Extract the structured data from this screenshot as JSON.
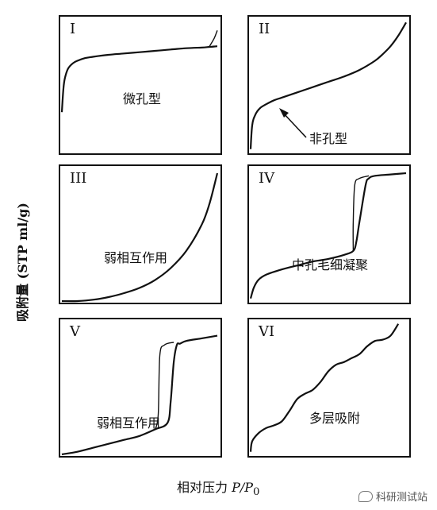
{
  "chart_data": [
    {
      "type": "line",
      "label": "I",
      "annotation": "微孔型",
      "xlim": [
        0,
        1
      ],
      "ylim": [
        0,
        1
      ],
      "series": [
        {
          "x": [
            0,
            0.01,
            0.02,
            0.04,
            0.07,
            0.1,
            0.15,
            0.2,
            0.3,
            0.4,
            0.5,
            0.6,
            0.7,
            0.8,
            0.9,
            0.95,
            1.0
          ],
          "y": [
            0.3,
            0.48,
            0.56,
            0.63,
            0.67,
            0.69,
            0.71,
            0.72,
            0.735,
            0.745,
            0.755,
            0.765,
            0.775,
            0.785,
            0.79,
            0.795,
            0.8
          ]
        },
        {
          "x": [
            0.95,
            0.98,
            1.0
          ],
          "y": [
            0.8,
            0.86,
            0.92
          ]
        }
      ]
    },
    {
      "type": "line",
      "label": "II",
      "annotation": "非孔型",
      "xlim": [
        0,
        1
      ],
      "ylim": [
        0,
        1
      ],
      "series": [
        {
          "x": [
            0,
            0.01,
            0.03,
            0.06,
            0.1,
            0.15,
            0.2,
            0.3,
            0.4,
            0.5,
            0.6,
            0.7,
            0.8,
            0.85,
            0.9,
            0.95,
            1.0
          ],
          "y": [
            0.02,
            0.2,
            0.28,
            0.33,
            0.36,
            0.39,
            0.41,
            0.45,
            0.49,
            0.53,
            0.57,
            0.62,
            0.69,
            0.74,
            0.8,
            0.88,
            0.98
          ]
        }
      ]
    },
    {
      "type": "line",
      "label": "III",
      "annotation": "弱相互作用",
      "xlim": [
        0,
        1
      ],
      "ylim": [
        0,
        1
      ],
      "series": [
        {
          "x": [
            0,
            0.1,
            0.2,
            0.3,
            0.4,
            0.5,
            0.6,
            0.7,
            0.8,
            0.9,
            0.95,
            1.0
          ],
          "y": [
            0.0,
            0.0,
            0.01,
            0.03,
            0.06,
            0.1,
            0.16,
            0.25,
            0.38,
            0.58,
            0.74,
            0.97
          ]
        }
      ]
    },
    {
      "type": "line",
      "label": "IV",
      "annotation": "中孔毛细凝聚",
      "xlim": [
        0,
        1
      ],
      "ylim": [
        0,
        1
      ],
      "series": [
        {
          "x": [
            0,
            0.02,
            0.05,
            0.1,
            0.2,
            0.3,
            0.4,
            0.5,
            0.6,
            0.66,
            0.68,
            0.7,
            0.74,
            0.76,
            0.8,
            0.9,
            1.0
          ],
          "y": [
            0.02,
            0.1,
            0.16,
            0.2,
            0.24,
            0.27,
            0.3,
            0.32,
            0.35,
            0.38,
            0.45,
            0.6,
            0.88,
            0.93,
            0.95,
            0.96,
            0.97
          ]
        },
        {
          "x": [
            0.66,
            0.66,
            0.67,
            0.7,
            0.76
          ],
          "y": [
            0.38,
            0.6,
            0.88,
            0.93,
            0.95
          ]
        }
      ]
    },
    {
      "type": "line",
      "label": "V",
      "annotation": "弱相互作用",
      "xlim": [
        0,
        1
      ],
      "ylim": [
        0,
        1
      ],
      "series": [
        {
          "x": [
            0,
            0.1,
            0.2,
            0.3,
            0.4,
            0.5,
            0.6,
            0.68,
            0.7,
            0.72,
            0.74,
            0.76,
            0.8,
            0.9,
            1.0
          ],
          "y": [
            0.0,
            0.02,
            0.05,
            0.08,
            0.11,
            0.14,
            0.19,
            0.24,
            0.4,
            0.7,
            0.83,
            0.84,
            0.86,
            0.88,
            0.9
          ]
        },
        {
          "x": [
            0.6,
            0.62,
            0.63,
            0.66,
            0.72
          ],
          "y": [
            0.19,
            0.3,
            0.75,
            0.83,
            0.85
          ]
        }
      ]
    },
    {
      "type": "line",
      "label": "VI",
      "annotation": "多层吸附",
      "xlim": [
        0,
        1
      ],
      "ylim": [
        0,
        1
      ],
      "series": [
        {
          "x": [
            0,
            0.01,
            0.05,
            0.1,
            0.15,
            0.2,
            0.25,
            0.3,
            0.35,
            0.4,
            0.45,
            0.5,
            0.55,
            0.6,
            0.65,
            0.7,
            0.75,
            0.8,
            0.85,
            0.9,
            0.95
          ],
          "y": [
            0.02,
            0.1,
            0.16,
            0.2,
            0.22,
            0.25,
            0.33,
            0.42,
            0.46,
            0.49,
            0.55,
            0.63,
            0.68,
            0.7,
            0.73,
            0.76,
            0.82,
            0.86,
            0.87,
            0.9,
            0.99
          ]
        }
      ]
    }
  ],
  "ylabel": "吸附量 (STP ml/g)",
  "xlabel_prefix": "相对压力 ",
  "xlabel_var": "P/P",
  "xlabel_sub": "0",
  "watermark": "科研测试站"
}
